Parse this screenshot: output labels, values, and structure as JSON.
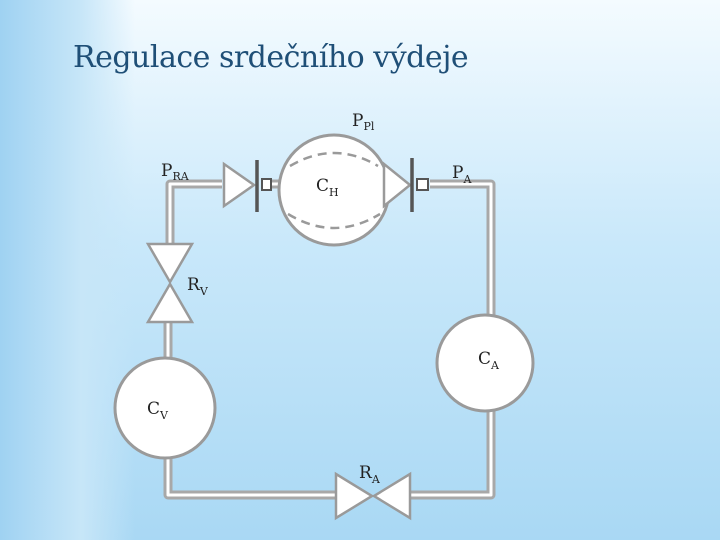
{
  "slide": {
    "title": "Regulace srdečního výdeje"
  },
  "labels": {
    "p_pl": {
      "main": "P",
      "sub": "Pl"
    },
    "p_ra": {
      "main": "P",
      "sub": "RA"
    },
    "p_a": {
      "main": "P",
      "sub": "A"
    },
    "c_h": {
      "main": "C",
      "sub": "H"
    },
    "r_v": {
      "main": "R",
      "sub": "V"
    },
    "c_a": {
      "main": "C",
      "sub": "A"
    },
    "c_v": {
      "main": "C",
      "sub": "V"
    },
    "r_a": {
      "main": "R",
      "sub": "A"
    }
  },
  "colors": {
    "title": "#1f4f77",
    "component_fill": "#ffffff",
    "pipe": "#a8a8a8",
    "component_stroke": "#8e8e8e",
    "valve_bar": "#555555"
  }
}
